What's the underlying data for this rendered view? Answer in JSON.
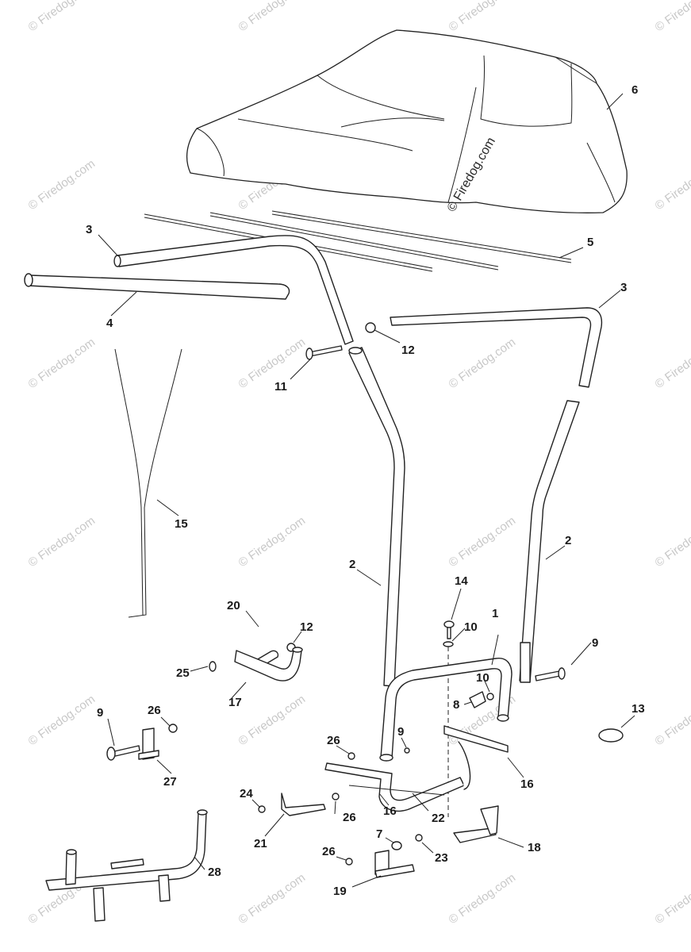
{
  "watermark": {
    "text": "© Firedog.com",
    "color": "#c8c8c8",
    "center_text": "© Firedog.com"
  },
  "callouts": {
    "c1": "1",
    "c2a": "2",
    "c2b": "2",
    "c3a": "3",
    "c3b": "3",
    "c4": "4",
    "c5": "5",
    "c6": "6",
    "c7": "7",
    "c8": "8",
    "c9a": "9",
    "c9b": "9",
    "c9c": "9",
    "c10a": "10",
    "c10b": "10",
    "c11": "11",
    "c12a": "12",
    "c12b": "12",
    "c13": "13",
    "c14": "14",
    "c15": "15",
    "c16a": "16",
    "c16b": "16",
    "c17": "17",
    "c18": "18",
    "c19": "19",
    "c20": "20",
    "c21": "21",
    "c22": "22",
    "c23": "23",
    "c24": "24",
    "c25": "25",
    "c26a": "26",
    "c26b": "26",
    "c26c": "26",
    "c26d": "26",
    "c27": "27",
    "c28": "28"
  }
}
